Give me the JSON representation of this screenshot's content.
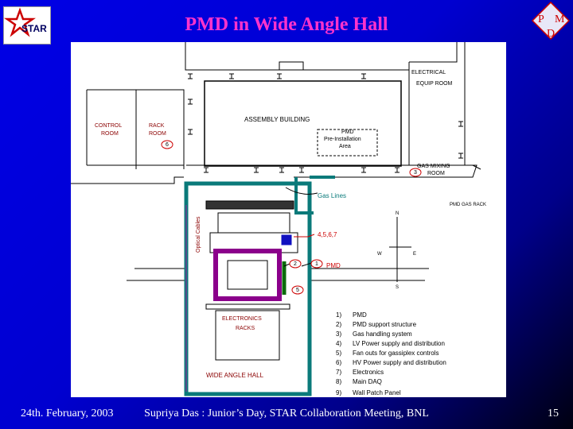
{
  "slide": {
    "title": "PMD in Wide Angle Hall",
    "footer_date": "24th. February,  2003",
    "footer_center": "Supriya Das : Junior’s Day, STAR Collaboration Meeting, BNL",
    "page_number": "15"
  },
  "logos": {
    "star_text": "STAR",
    "pmd_letters": [
      "P",
      "M",
      "D"
    ]
  },
  "diagram": {
    "rooms": {
      "electrical": [
        "ELECTRICAL",
        "EQUIP ROOM"
      ],
      "control": [
        "CONTROL",
        "ROOM"
      ],
      "rack": [
        "RACK",
        "ROOM"
      ],
      "assembly": "ASSEMBLY  BUILDING",
      "preinstall": [
        "PMD",
        "Pre-Installation",
        "Area"
      ],
      "gas_mixing": [
        "GAS MIXING",
        "ROOM"
      ],
      "electronics": [
        "ELECTRONICS",
        "RACKS"
      ],
      "wide_angle_hall": "WIDE  ANGLE  HALL"
    },
    "labels": {
      "gas_lines": "Gas Lines",
      "pmd_gas_rack": "PMD GAS RACK",
      "optical_cables": "Optical Cables",
      "callout_4567": "4,5,6,7",
      "pmd": "PMD",
      "north": "N",
      "south": "S",
      "east": "E",
      "west": "W"
    },
    "circles": {
      "c6": "6",
      "c3": "3",
      "c2": "2",
      "c1": "1",
      "c5": "5"
    },
    "legend": [
      {
        "num": "1)",
        "text": "PMD"
      },
      {
        "num": "2)",
        "text": "PMD support structure"
      },
      {
        "num": "3)",
        "text": "Gas handling system"
      },
      {
        "num": "4)",
        "text": "LV Power supply and distribution"
      },
      {
        "num": "5)",
        "text": "Fan outs for gassiplex controls"
      },
      {
        "num": "6)",
        "text": "HV Power supply and distribution"
      },
      {
        "num": "7)",
        "text": "Electronics"
      },
      {
        "num": "8)",
        "text": "Main DAQ"
      },
      {
        "num": "9)",
        "text": "Wall Patch Panel"
      }
    ]
  }
}
